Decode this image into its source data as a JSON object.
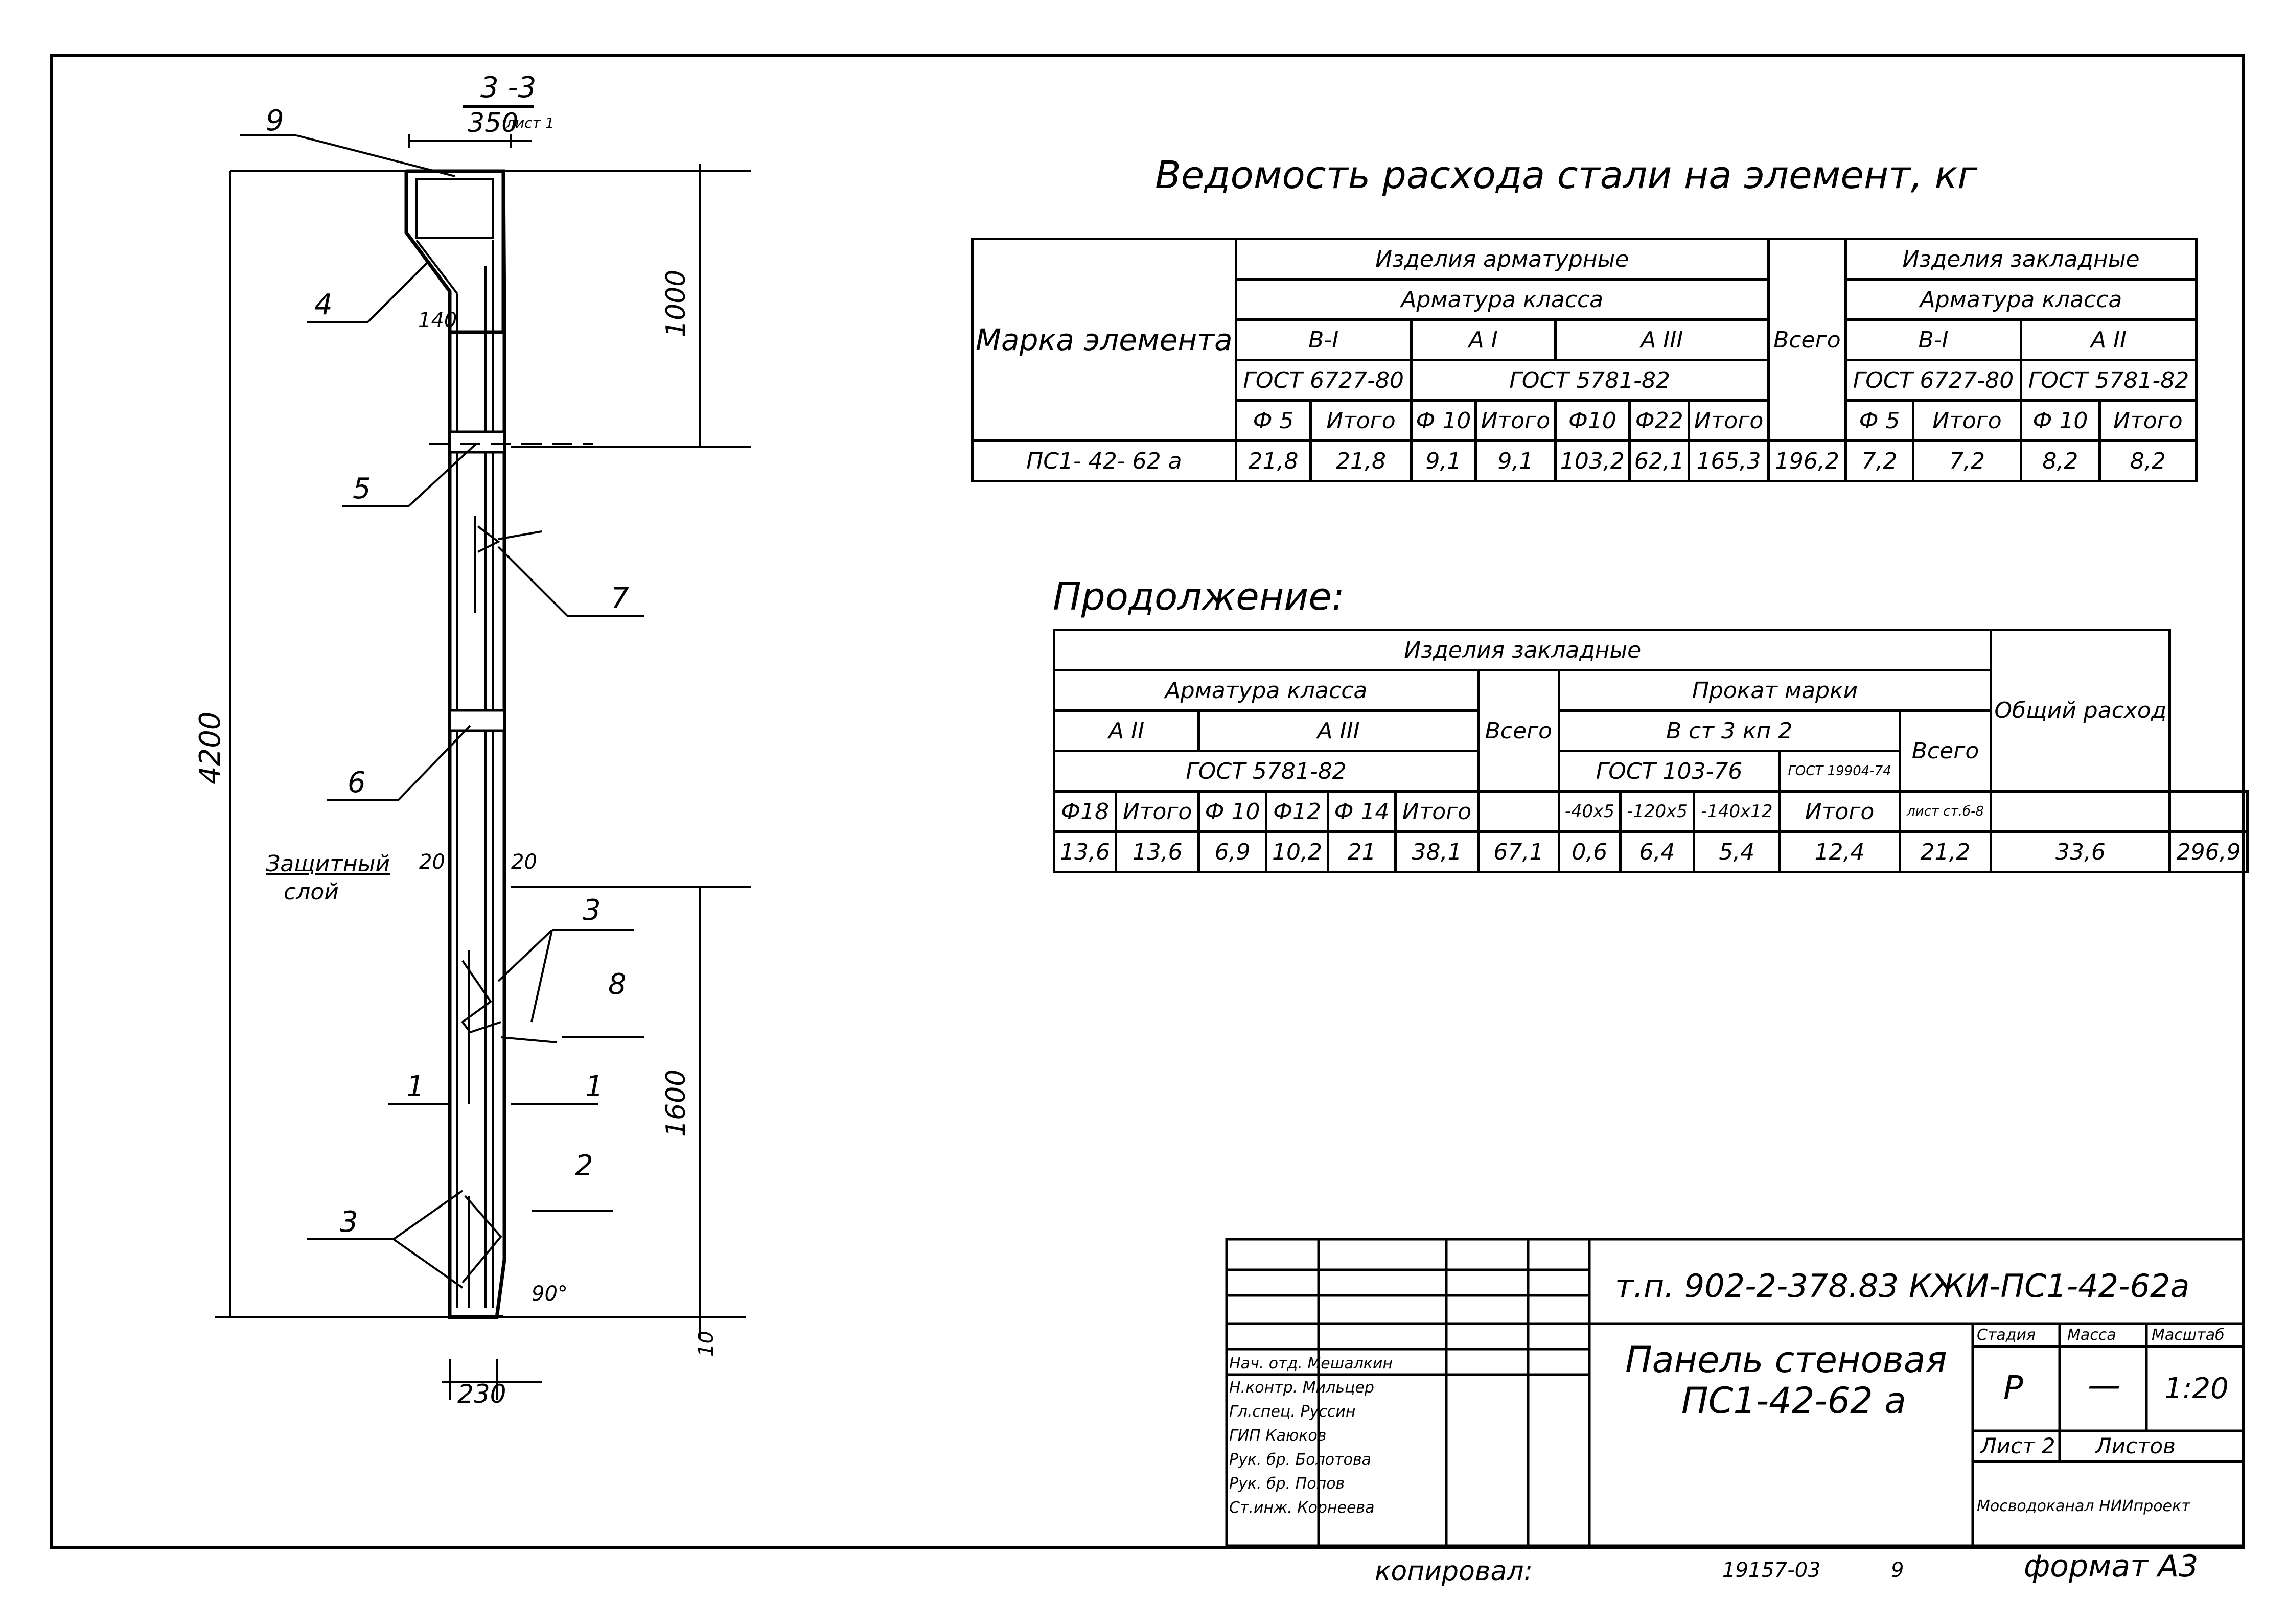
{
  "drawing": {
    "section_label": "3 -3",
    "section_scale_num": "350",
    "section_sheet_ref": "лист 1",
    "dims": {
      "top_height": "1000",
      "bottom_height": "1600",
      "total_height": "4200",
      "bottom_gap": "10",
      "base_width": "230",
      "slope_offset": "140",
      "cover_left": "20",
      "cover_right": "20",
      "angle": "90°"
    },
    "cover_label_line1": "Защитный",
    "cover_label_line2": "слой",
    "callouts": [
      "9",
      "4",
      "5",
      "7",
      "6",
      "3",
      "8",
      "1",
      "1",
      "2",
      "3"
    ]
  },
  "table1": {
    "title": "Ведомость расхода стали на элемент, кг",
    "mark_header": "Марка элемента",
    "group_reinf": "Изделия арматурные",
    "group_embed": "Изделия закладные",
    "class_reinf": "Арматура класса",
    "class_embed": "Арматура класса",
    "cls_b1": "В-I",
    "cls_a1": "А I",
    "cls_a3": "А III",
    "cls_b1b": "В-I",
    "cls_a2": "А II",
    "gost_b1": "ГОСТ 6727-80",
    "gost_a": "ГОСТ 5781-82",
    "gost_b1b": "ГОСТ 6727-80",
    "gost_a2": "ГОСТ 5781-82",
    "total": "Всего",
    "cols": [
      "Ф 5",
      "Итого",
      "Ф 10",
      "Итого",
      "Ф10",
      "Ф22",
      "Итого",
      "Ф 5",
      "Итого",
      "Ф 10",
      "Итого"
    ],
    "row_mark": "ПС1- 42- 62 а",
    "row": [
      "21,8",
      "21,8",
      "9,1",
      "9,1",
      "103,2",
      "62,1",
      "165,3",
      "196,2",
      "7,2",
      "7,2",
      "8,2",
      "8,2"
    ]
  },
  "table2": {
    "title": "Продолжение:",
    "group_embed": "Изделия закладные",
    "class_reinf": "Арматура класса",
    "rolled": "Прокат марки",
    "cls_a2": "А II",
    "cls_a3": "А III",
    "steel_grade": "В ст 3 кп 2",
    "gost_a": "ГОСТ 5781-82",
    "gost_rolled": "ГОСТ 103-76",
    "gost_small": "ГОСТ 19904-74",
    "sheet_small": "лист ст.б-8",
    "total": "Всего",
    "total2": "Всего",
    "general": "Общий расход",
    "cols": [
      "Ф18",
      "Итого",
      "Ф 10",
      "Ф12",
      "Ф 14",
      "Итого",
      "-40х5",
      "-120х5",
      "-140х12",
      "Итого"
    ],
    "row": [
      "13,6",
      "13,6",
      "6,9",
      "10,2",
      "21",
      "38,1",
      "67,1",
      "0,6",
      "6,4",
      "5,4",
      "12,4",
      "21,2",
      "33,6",
      "296,9"
    ]
  },
  "title_block": {
    "code": "т.п. 902-2-378.83     КЖИ-ПС1-42-62а",
    "name_line1": "Панель стеновая",
    "name_line2": "ПС1-42-62 а",
    "stage_h": "Стадия",
    "mass_h": "Масса",
    "scale_h": "Масштаб",
    "stage": "Р",
    "mass": "—",
    "scale": "1:20",
    "sheet": "Лист 2",
    "sheets": "Листов",
    "org": "Мосводоканал НИИпроект",
    "people": [
      {
        "role": "Нач. отд.",
        "name": "Мешалкин"
      },
      {
        "role": "Н.контр.",
        "name": "Мильцер"
      },
      {
        "role": "Гл.спец.",
        "name": "Руссин"
      },
      {
        "role": "ГИП",
        "name": "Каюков"
      },
      {
        "role": "Рук. бр.",
        "name": "Болотова"
      },
      {
        "role": "Рук. бр.",
        "name": "Попов"
      },
      {
        "role": "Ст.инж.",
        "name": "Корнеева"
      }
    ]
  },
  "footer": {
    "copied": "копировал:",
    "number": "19157-03",
    "nine": "9",
    "format": "формат А3"
  }
}
